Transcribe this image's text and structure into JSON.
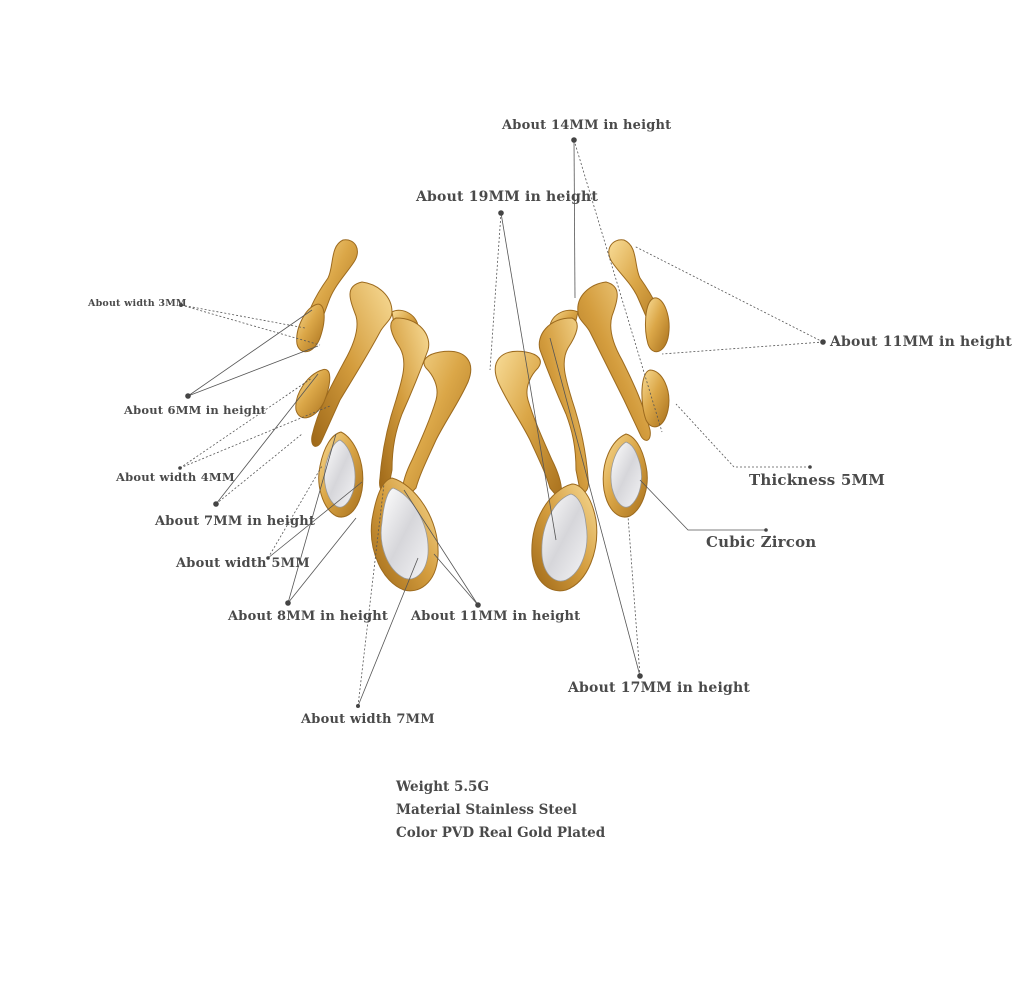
{
  "callouts": {
    "left": {
      "width_3mm": "About width 3MM",
      "height_6mm": "About 6MM in height",
      "width_4mm": "About width 4MM",
      "height_7mm": "About 7MM in height",
      "width_5mm": "About width 5MM",
      "height_8mm": "About 8MM in height",
      "height_11mm": "About 11MM in height",
      "width_7mm": "About width 7MM"
    },
    "right": {
      "height_14mm": "About 14MM in height",
      "height_19mm": "About 19MM in height",
      "height_11mm": "About 11MM in height",
      "thickness": "Thickness 5MM",
      "stone": "Cubic Zircon",
      "height_17mm": "About 17MM in height"
    }
  },
  "specs": {
    "weight": "Weight 5.5G",
    "material": "Material Stainless Steel",
    "color": "Color PVD Real Gold Plated"
  },
  "colors": {
    "gold_light": "#f6d58a",
    "gold_mid": "#d9a441",
    "gold_dark": "#a8701c",
    "line": "#555555",
    "text": "#4a4a4a"
  }
}
